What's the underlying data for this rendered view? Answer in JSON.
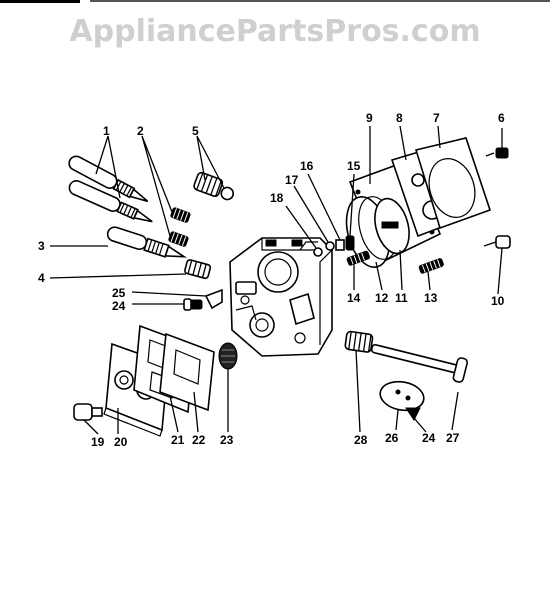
{
  "watermark": "AppliancePartsPros.com",
  "colors": {
    "ink": "#000000",
    "watermark": "#cfcfcf",
    "background": "#ffffff"
  },
  "callouts": [
    {
      "id": "1",
      "label": "1"
    },
    {
      "id": "2",
      "label": "2"
    },
    {
      "id": "3",
      "label": "3"
    },
    {
      "id": "4",
      "label": "4"
    },
    {
      "id": "5",
      "label": "5"
    },
    {
      "id": "6",
      "label": "6"
    },
    {
      "id": "7",
      "label": "7"
    },
    {
      "id": "8",
      "label": "8"
    },
    {
      "id": "9",
      "label": "9"
    },
    {
      "id": "10",
      "label": "10"
    },
    {
      "id": "11",
      "label": "11"
    },
    {
      "id": "12",
      "label": "12"
    },
    {
      "id": "13",
      "label": "13"
    },
    {
      "id": "14",
      "label": "14"
    },
    {
      "id": "15",
      "label": "15"
    },
    {
      "id": "16",
      "label": "16"
    },
    {
      "id": "17",
      "label": "17"
    },
    {
      "id": "18",
      "label": "18"
    },
    {
      "id": "19",
      "label": "19"
    },
    {
      "id": "20",
      "label": "20"
    },
    {
      "id": "21",
      "label": "21"
    },
    {
      "id": "22",
      "label": "22"
    },
    {
      "id": "23",
      "label": "23"
    },
    {
      "id": "24a",
      "label": "24"
    },
    {
      "id": "24b",
      "label": "24"
    },
    {
      "id": "25",
      "label": "25"
    },
    {
      "id": "26",
      "label": "26"
    },
    {
      "id": "27",
      "label": "27"
    },
    {
      "id": "28",
      "label": "28"
    }
  ]
}
